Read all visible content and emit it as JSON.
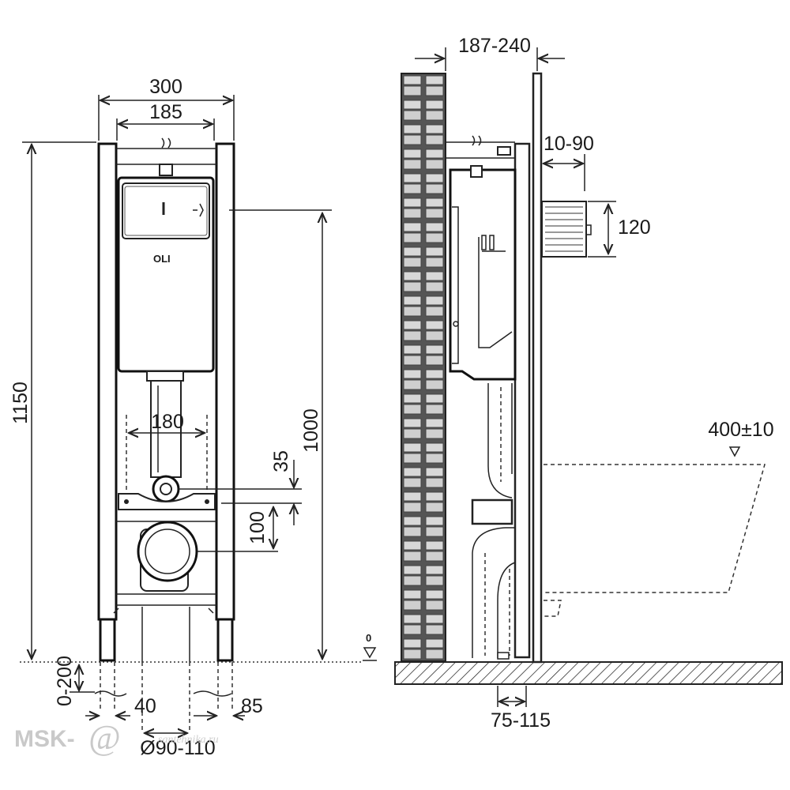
{
  "dimensions": {
    "width_total": "300",
    "width_inner": "185",
    "height_total": "1150",
    "height_1000": "1000",
    "flush_width": "180",
    "offset_35": "35",
    "offset_100": "100",
    "leg_adjust": "0-200",
    "leg_40": "40",
    "leg_85": "85",
    "drain_diameter": "Ø90-110",
    "depth": "187-240",
    "panel_10_90": "10-90",
    "pipe_120": "120",
    "bowl_height": "400±10",
    "floor_zero": "0",
    "drain_75_115": "75-115"
  },
  "labels": {
    "brand": "OLI"
  },
  "watermark": {
    "main": "MSK-",
    "at": "@",
    "site": "santehnika.ru"
  }
}
